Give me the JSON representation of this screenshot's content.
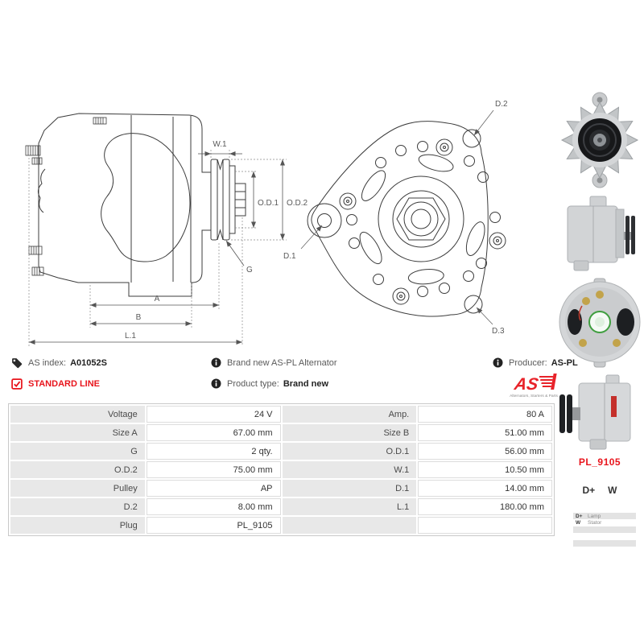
{
  "colors": {
    "accent_red": "#e8141c",
    "cell_gray": "#e8e8e8",
    "table_border": "#c9c9c9",
    "text_dark": "#333333",
    "text_gray": "#5a5a5a"
  },
  "header": {
    "as_index_label": "AS index:",
    "as_index_value": "A01052S",
    "standard_line_label": "STANDARD LINE",
    "description": "Brand new AS-PL Alternator",
    "product_type_label": "Product type:",
    "product_type_value": "Brand new",
    "producer_label": "Producer:",
    "producer_value": "AS-PL",
    "logo_text": "AS",
    "logo_tagline": "Alternators, Starters & Parts"
  },
  "drawing": {
    "side_view_labels": {
      "w1": "W.1",
      "od1": "O.D.1",
      "od2": "O.D.2",
      "g": "G",
      "a": "A",
      "b": "B",
      "l1": "L.1"
    },
    "front_view_labels": {
      "d1": "D.1",
      "d2": "D.2",
      "d3": "D.3"
    }
  },
  "spec_table": {
    "rows": [
      {
        "l1": "Voltage",
        "v1": "24 V",
        "l2": "Amp.",
        "v2": "80 A"
      },
      {
        "l1": "Size A",
        "v1": "67.00 mm",
        "l2": "Size B",
        "v2": "51.00 mm"
      },
      {
        "l1": "G",
        "v1": "2 qty.",
        "l2": "O.D.1",
        "v2": "56.00 mm"
      },
      {
        "l1": "O.D.2",
        "v1": "75.00 mm",
        "l2": "W.1",
        "v2": "10.50 mm"
      },
      {
        "l1": "Pulley",
        "v1": "AP",
        "l2": "D.1",
        "v2": "14.00 mm"
      },
      {
        "l1": "D.2",
        "v1": "8.00 mm",
        "l2": "L.1",
        "v2": "180.00 mm"
      },
      {
        "l1": "Plug",
        "v1": "PL_9105",
        "l2": "",
        "v2": ""
      }
    ]
  },
  "plug": {
    "code": "PL_9105"
  },
  "terminals": {
    "dplus": "D+",
    "w": "W",
    "table": [
      {
        "k": "D+",
        "v": "Lamp"
      },
      {
        "k": "W",
        "v": "Stator"
      },
      {
        "k": "",
        "v": ""
      },
      {
        "k": "",
        "v": ""
      },
      {
        "k": "",
        "v": ""
      }
    ]
  }
}
